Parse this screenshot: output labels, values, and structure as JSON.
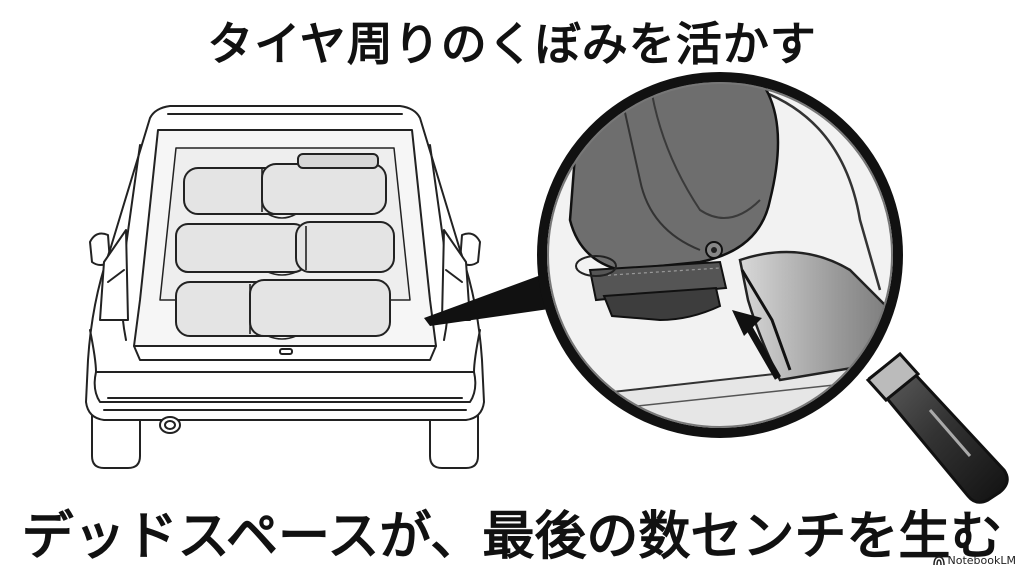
{
  "title_top": "タイヤ周りのくぼみを活かす",
  "title_bottom": "デッドスペースが、最後の数センチを生む",
  "watermark": {
    "text": "NotebookLM",
    "icon": "notebooklm-logo-icon"
  },
  "illustration": {
    "car": "car-rear-icon",
    "magnifier": "magnifying-glass-icon",
    "arrow": "up-arrow-icon"
  },
  "colors": {
    "ink": "#111111",
    "lens_shade": "#8a8a8a",
    "tire_dark": "#5a5a5a"
  }
}
